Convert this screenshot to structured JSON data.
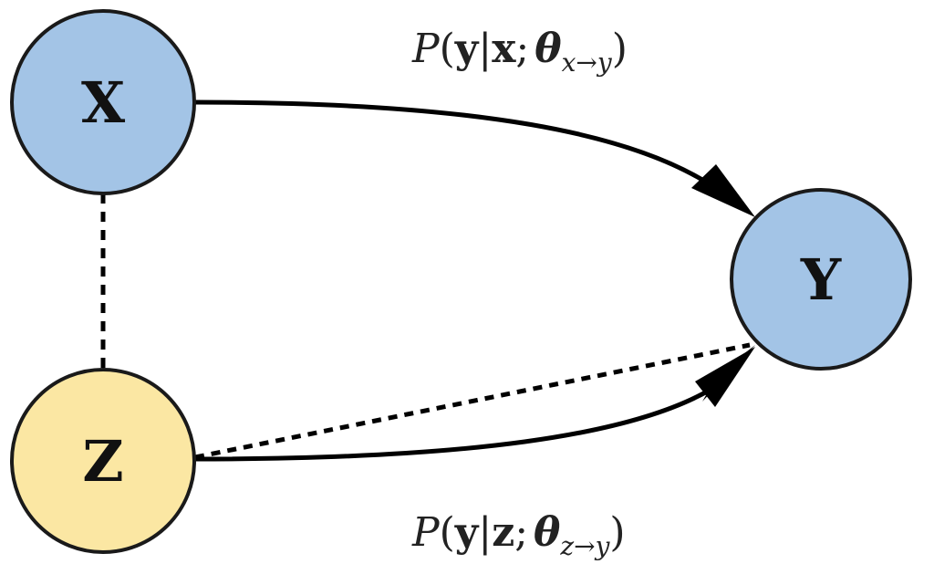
{
  "nodes": {
    "x": {
      "label": "X",
      "fill": "#a3c4e6"
    },
    "y": {
      "label": "Y",
      "fill": "#a3c4e6"
    },
    "z": {
      "label": "Z",
      "fill": "#fbe7a3"
    }
  },
  "edges": {
    "x_to_y": {
      "style": "solid"
    },
    "z_to_y": {
      "style": "solid"
    },
    "z_to_y_dashed": {
      "style": "dashed"
    },
    "x_z": {
      "style": "dashed"
    }
  },
  "formulas": {
    "top": {
      "func": "P",
      "open": "(",
      "var": "y",
      "bar": "|",
      "given": "x",
      "sep": ";",
      "theta": "θ",
      "subscript": "x→y",
      "close": ")"
    },
    "bottom": {
      "func": "P",
      "open": "(",
      "var": "y",
      "bar": "|",
      "given": "z",
      "sep": ";",
      "theta": "θ",
      "subscript": "z→y",
      "close": ")"
    }
  }
}
